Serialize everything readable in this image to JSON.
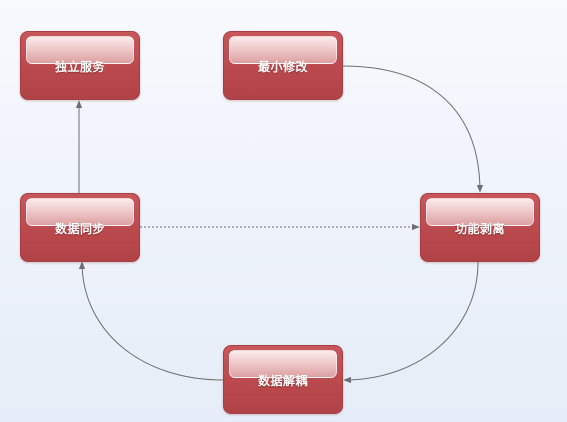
{
  "diagram": {
    "nodes": {
      "independent_service": "独立服务",
      "minimal_change": "最小修改",
      "data_sync": "数据同步",
      "function_split": "功能剥离",
      "data_decoupling": "数据解耦"
    },
    "colors": {
      "node_fill": "#bd4b4f",
      "node_border": "#a93f43",
      "connector": "#6b6e72",
      "background": "#eef2fa"
    }
  }
}
